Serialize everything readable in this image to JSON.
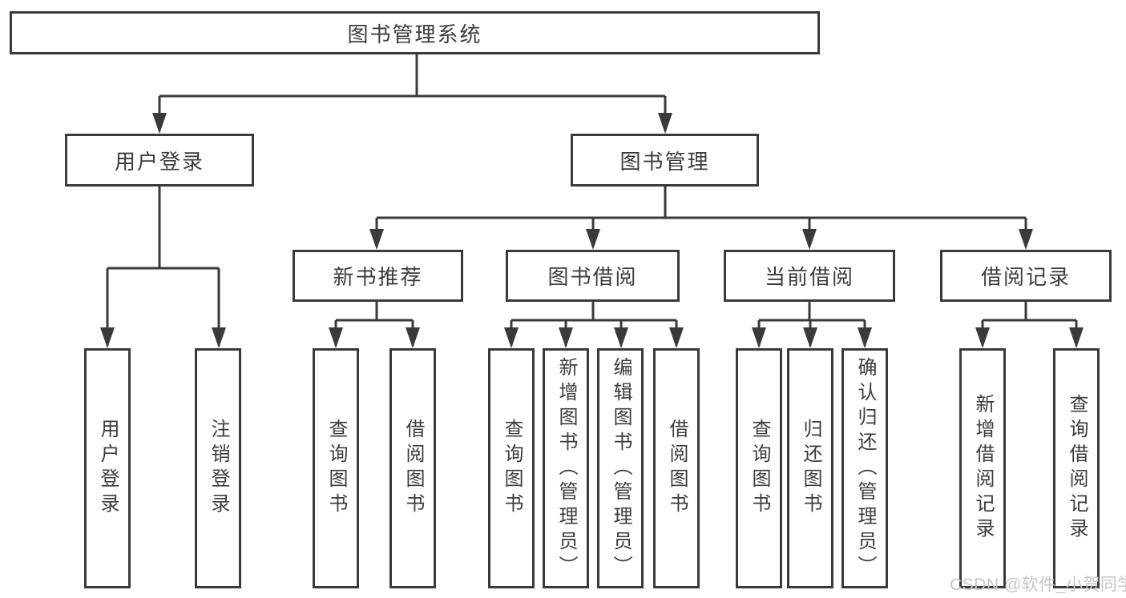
{
  "diagram": {
    "type": "hierarchy-flowchart",
    "root": {
      "label": "图书管理系统"
    },
    "level2": {
      "user_login": {
        "label": "用户登录"
      },
      "book_mgmt": {
        "label": "图书管理"
      }
    },
    "level3": {
      "new_book_recommend": {
        "label": "新书推荐"
      },
      "book_borrow": {
        "label": "图书借阅"
      },
      "current_borrow": {
        "label": "当前借阅"
      },
      "borrow_records": {
        "label": "借阅记录"
      }
    },
    "leaves": {
      "a1": {
        "label": "用户登录",
        "parent": "用户登录"
      },
      "a2": {
        "label": "注销登录",
        "parent": "用户登录"
      },
      "b1": {
        "label": "查询图书",
        "parent": "新书推荐"
      },
      "b2": {
        "label": "借阅图书",
        "parent": "新书推荐"
      },
      "c1": {
        "label": "查询图书",
        "parent": "图书借阅"
      },
      "c2": {
        "label": "新增图书（管理员）",
        "parent": "图书借阅"
      },
      "c3": {
        "label": "编辑图书（管理员）",
        "parent": "图书借阅"
      },
      "c4": {
        "label": "借阅图书",
        "parent": "图书借阅"
      },
      "d1": {
        "label": "查询图书",
        "parent": "当前借阅"
      },
      "d2": {
        "label": "归还图书",
        "parent": "当前借阅"
      },
      "d3": {
        "label": "确认归还（管理员）",
        "parent": "当前借阅"
      },
      "e1": {
        "label": "新增借阅记录",
        "parent": "借阅记录"
      },
      "e2": {
        "label": "查询借阅记录",
        "parent": "借阅记录"
      }
    },
    "colors": {
      "line": "#3a3a3a",
      "border": "#3a3a3a",
      "text": "#3c3c3c",
      "background": "#ffffff",
      "watermark": "#c6c6c6"
    }
  },
  "watermark": {
    "text": "CSDN @软件_小贺同学"
  }
}
